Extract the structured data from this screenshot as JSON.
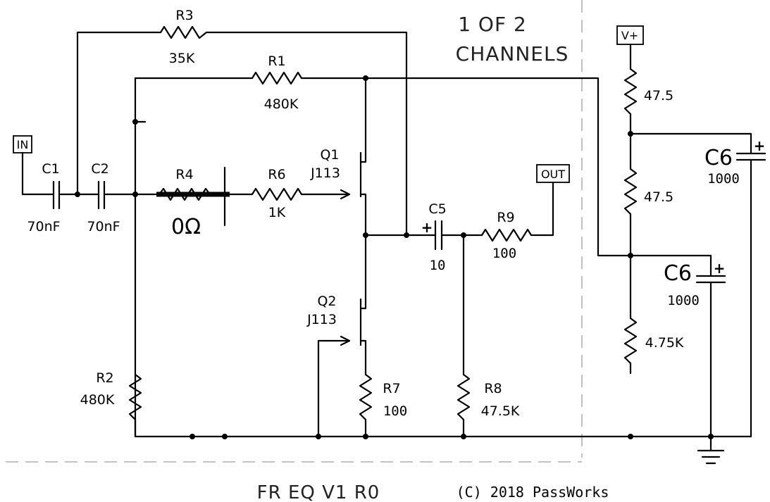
{
  "note": {
    "line1": "1 OF 2",
    "line2": "CHANNELS"
  },
  "ports": {
    "in": "IN",
    "out": "OUT",
    "vplus": "V+"
  },
  "components": {
    "r3": {
      "name": "R3",
      "value": "35K"
    },
    "r1": {
      "name": "R1",
      "value": "480K"
    },
    "r4": {
      "name": "R4",
      "value": "0Ω"
    },
    "r6": {
      "name": "R6",
      "value": "1K"
    },
    "r2": {
      "name": "R2",
      "value": "480K"
    },
    "r7": {
      "name": "R7",
      "value": "100"
    },
    "r8": {
      "name": "R8",
      "value": "47.5K"
    },
    "r9": {
      "name": "R9",
      "value": "100"
    },
    "c1": {
      "name": "C1",
      "value": "70nF"
    },
    "c2": {
      "name": "C2",
      "value": "70nF"
    },
    "c5": {
      "name": "C5",
      "value": "10",
      "polarity": "+"
    },
    "c6a": {
      "name": "C6",
      "value": "1000",
      "polarity": "+"
    },
    "c6b": {
      "name": "C6",
      "value": "1000",
      "polarity": "+"
    },
    "q1": {
      "name": "Q1",
      "part": "J113"
    },
    "q2": {
      "name": "Q2",
      "part": "J113"
    },
    "rs1": {
      "value": "47.5"
    },
    "rs2": {
      "value": "47.5"
    },
    "rs3": {
      "value": "4.75K"
    }
  },
  "footer": {
    "title": "FR EQ V1 R0",
    "copyright": "(C) 2018 PassWorks"
  }
}
